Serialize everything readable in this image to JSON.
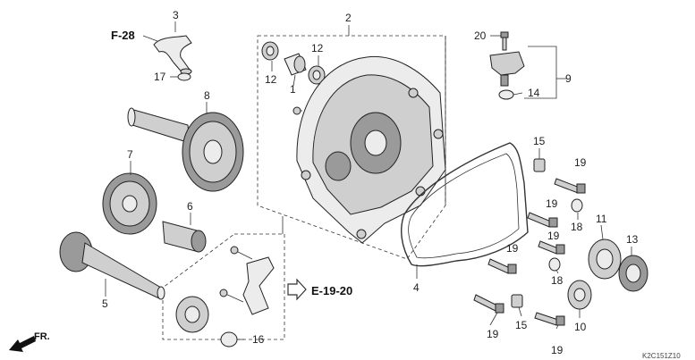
{
  "callouts": [
    "1",
    "2",
    "3",
    "4",
    "5",
    "6",
    "7",
    "8",
    "9",
    "10",
    "11",
    "12",
    "12",
    "13",
    "14",
    "15",
    "15",
    "16",
    "17",
    "18",
    "18",
    "19",
    "19",
    "19",
    "19",
    "19",
    "19",
    "20"
  ],
  "references": {
    "f28": "F-28",
    "e1920": "E-19-20"
  },
  "front_label": "FR.",
  "diagram_code": "K2C151Z10"
}
